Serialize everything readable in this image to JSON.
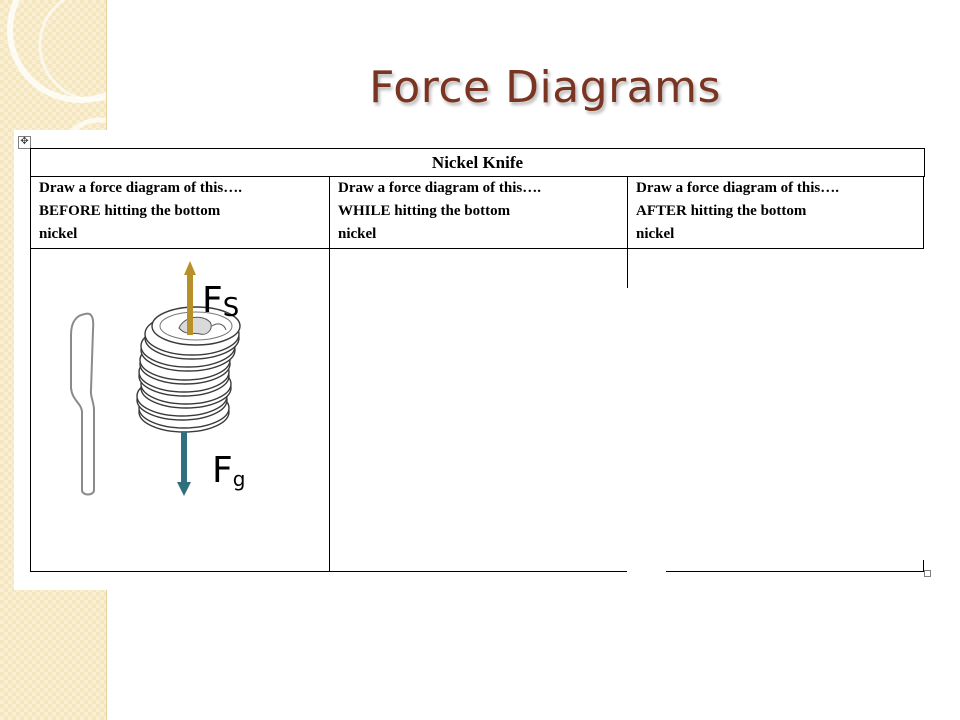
{
  "slide": {
    "title": "Force Diagrams"
  },
  "table": {
    "header": "Nickel Knife",
    "columns": [
      {
        "lines": [
          "Draw a force diagram of this….",
          "BEFORE hitting the bottom",
          "nickel"
        ]
      },
      {
        "lines": [
          "Draw a force diagram of this….",
          "WHILE hitting the bottom",
          "nickel"
        ]
      },
      {
        "lines": [
          "Draw a force diagram of this….",
          "AFTER hitting the bottom",
          "nickel"
        ]
      }
    ]
  },
  "diagram": {
    "forces": [
      {
        "symbol": "F",
        "subscript": "S",
        "direction": "up",
        "color": "#b8902a"
      },
      {
        "symbol": "F",
        "subscript": "g",
        "direction": "down",
        "color": "#2f6f7e"
      }
    ],
    "colors": {
      "title": "#7a3522",
      "deco": "#f5e6bd"
    }
  }
}
